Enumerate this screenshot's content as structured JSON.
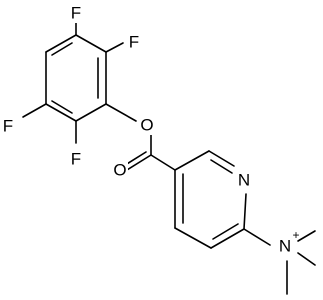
{
  "molecule": {
    "atoms": {
      "f_top": "F",
      "f_right_upper": "F",
      "f_left": "F",
      "f_bottom": "F",
      "o_ester": "O",
      "o_carbonyl": "O",
      "n_ring": "N",
      "n_ammonium": "N",
      "n_charge": "+"
    }
  }
}
